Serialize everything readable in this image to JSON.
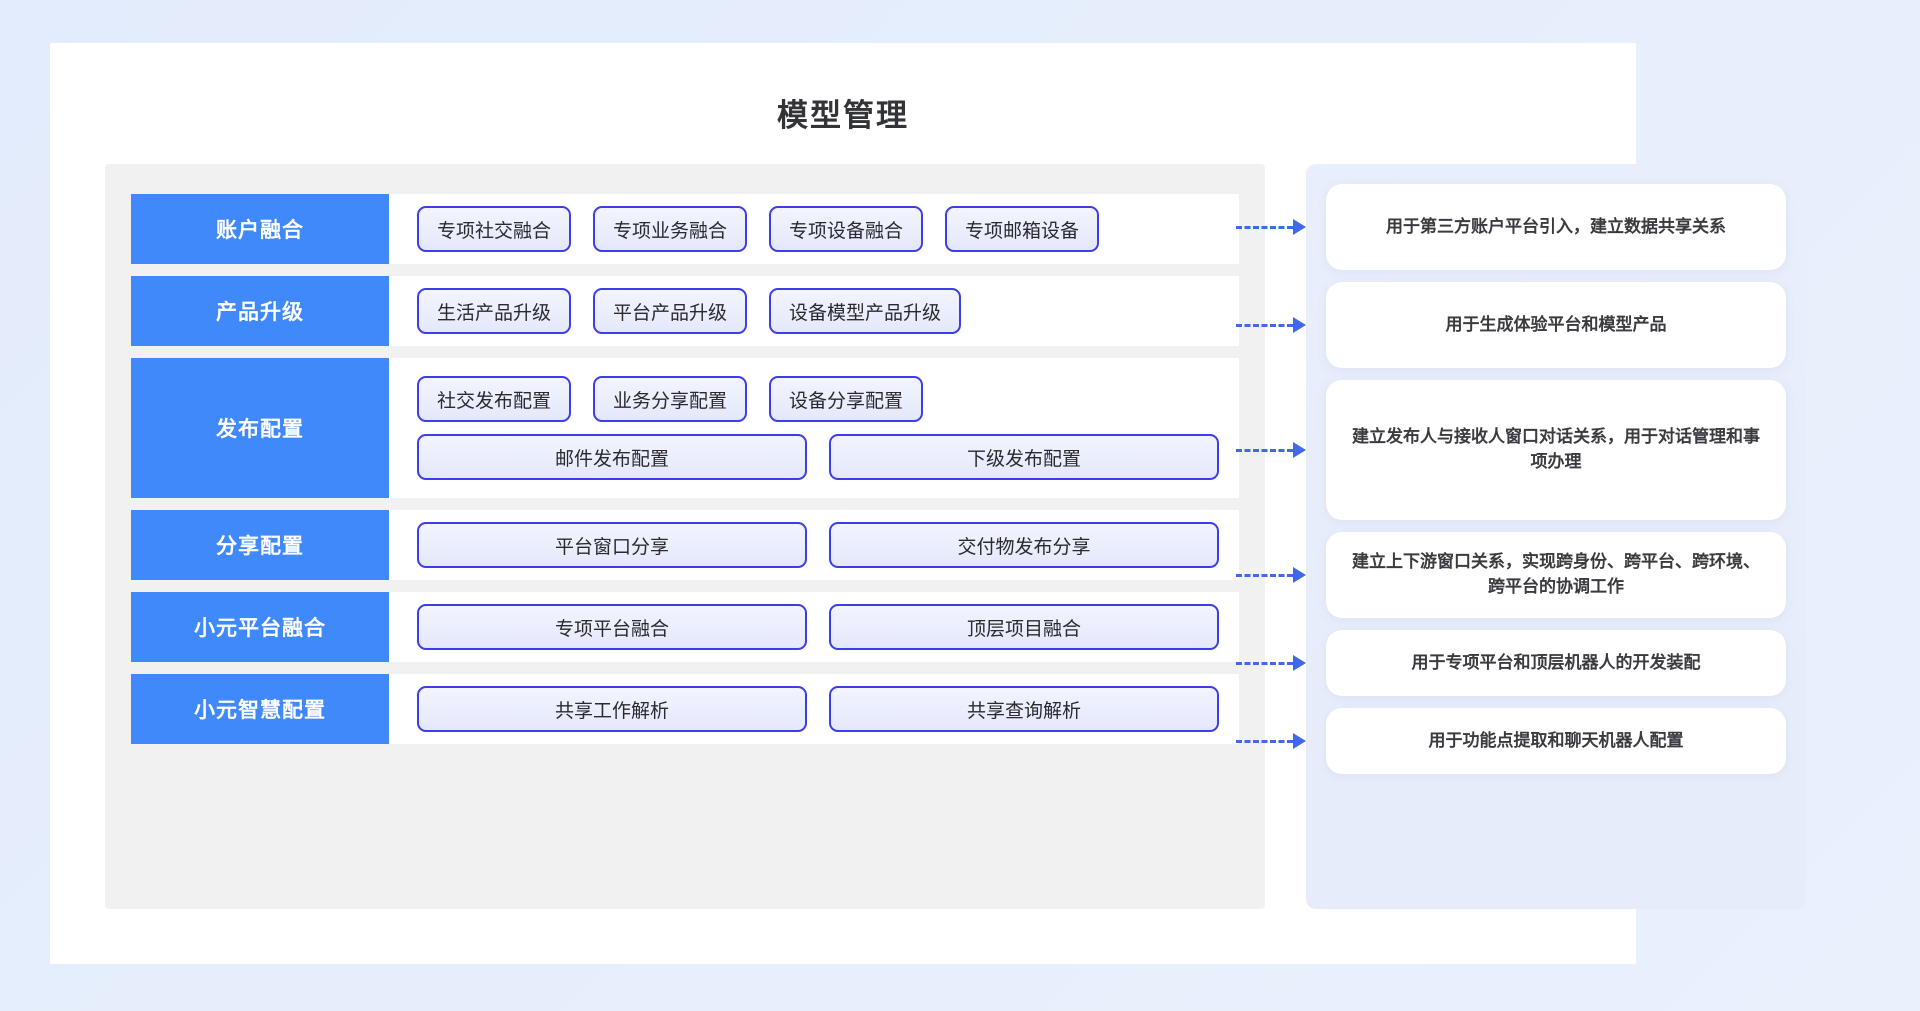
{
  "page": {
    "title": "模型管理",
    "accent_blue": "#4089fb",
    "chip_border": "#3c3ce8",
    "arrow_color": "#4069e8",
    "background": "#e6eefc",
    "board_background": "#f1f1f1"
  },
  "rows": [
    {
      "label": "账户融合",
      "chip_lines": [
        [
          "专项社交融合",
          "专项业务融合",
          "专项设备融合",
          "专项邮箱设备"
        ]
      ],
      "description": "用于第三方账户平台引入，建立数据共享关系",
      "arrow": "dashed-arrow-right"
    },
    {
      "label": "产品升级",
      "chip_lines": [
        [
          "生活产品升级",
          "平台产品升级",
          "设备模型产品升级"
        ]
      ],
      "description": "用于生成体验平台和模型产品",
      "arrow": "dashed-arrow-right"
    },
    {
      "label": "发布配置",
      "chip_lines": [
        [
          "社交发布配置",
          "业务分享配置",
          "设备分享配置"
        ],
        [
          "邮件发布配置",
          "下级发布配置"
        ]
      ],
      "description": "建立发布人与接收人窗口对话关系，用于对话管理和事项办理",
      "arrow": "dashed-arrow-right"
    },
    {
      "label": "分享配置",
      "chip_lines": [
        [
          "平台窗口分享",
          "交付物发布分享"
        ]
      ],
      "description": "建立上下游窗口关系，实现跨身份、跨平台、跨环境、跨平台的协调工作",
      "arrow": "dashed-arrow-right"
    },
    {
      "label": "小元平台融合",
      "chip_lines": [
        [
          "专项平台融合",
          "顶层项目融合"
        ]
      ],
      "description": "用于专项平台和顶层机器人的开发装配",
      "arrow": "dashed-arrow-right"
    },
    {
      "label": "小元智慧配置",
      "chip_lines": [
        [
          "共享工作解析",
          "共享查询解析"
        ]
      ],
      "description": "用于功能点提取和聊天机器人配置",
      "arrow": "dashed-arrow-right"
    }
  ]
}
